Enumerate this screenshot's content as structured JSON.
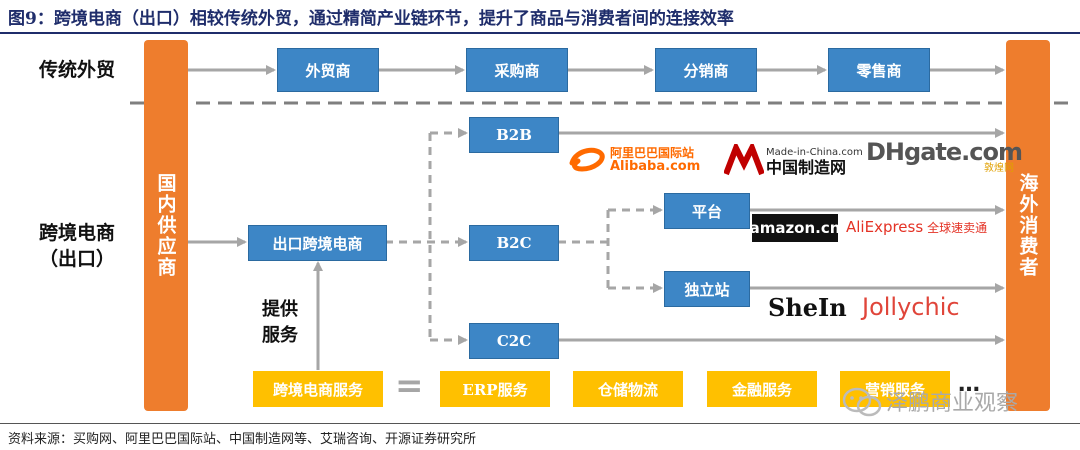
{
  "title": "图9：跨境电商（出口）相较传统外贸，通过精简产业链环节，提升了商品与消费者间的连接效率",
  "left_bar": "国内供应商",
  "right_bar": "海外消费者",
  "traditional": {
    "label": "传统外贸",
    "nodes": [
      "外贸商",
      "采购商",
      "分销商",
      "零售商"
    ]
  },
  "crossborder": {
    "label_line1": "跨境电商",
    "label_line2": "（出口）",
    "exporter": "出口跨境电商",
    "b2b": "B2B",
    "b2c": "B2C",
    "c2c": "C2C",
    "platform": "平台",
    "independent": "独立站",
    "provide_line1": "提供",
    "provide_line2": "服务"
  },
  "services": {
    "main": "跨境电商服务",
    "equals": "=",
    "items": [
      "ERP服务",
      "仓储物流",
      "金融服务",
      "营销服务"
    ],
    "more": "…"
  },
  "logos": {
    "alibaba_cn": "阿里巴巴国际站",
    "alibaba_en": "Alibaba.com",
    "mic_en": "Made-in-China.com",
    "mic_cn": "中国制造网",
    "dh_main": "DHgate.com",
    "dh_sub": "敦煌网",
    "amazon": "amazon.cn",
    "aliexpress_en": "AliExpress",
    "aliexpress_cn": "全球速卖通",
    "shein": "SheIn",
    "jollychic": "Jollychic"
  },
  "watermark": "泽鹏商业观察",
  "source": "资料来源：买购网、阿里巴巴国际站、中国制造网等、艾瑞咨询、开源证券研究所",
  "colors": {
    "orange": "#ee7d2d",
    "blue": "#3d86c6",
    "yellow": "#ffc000",
    "arrow": "#a6a6a6",
    "title": "#1f2d6b"
  }
}
